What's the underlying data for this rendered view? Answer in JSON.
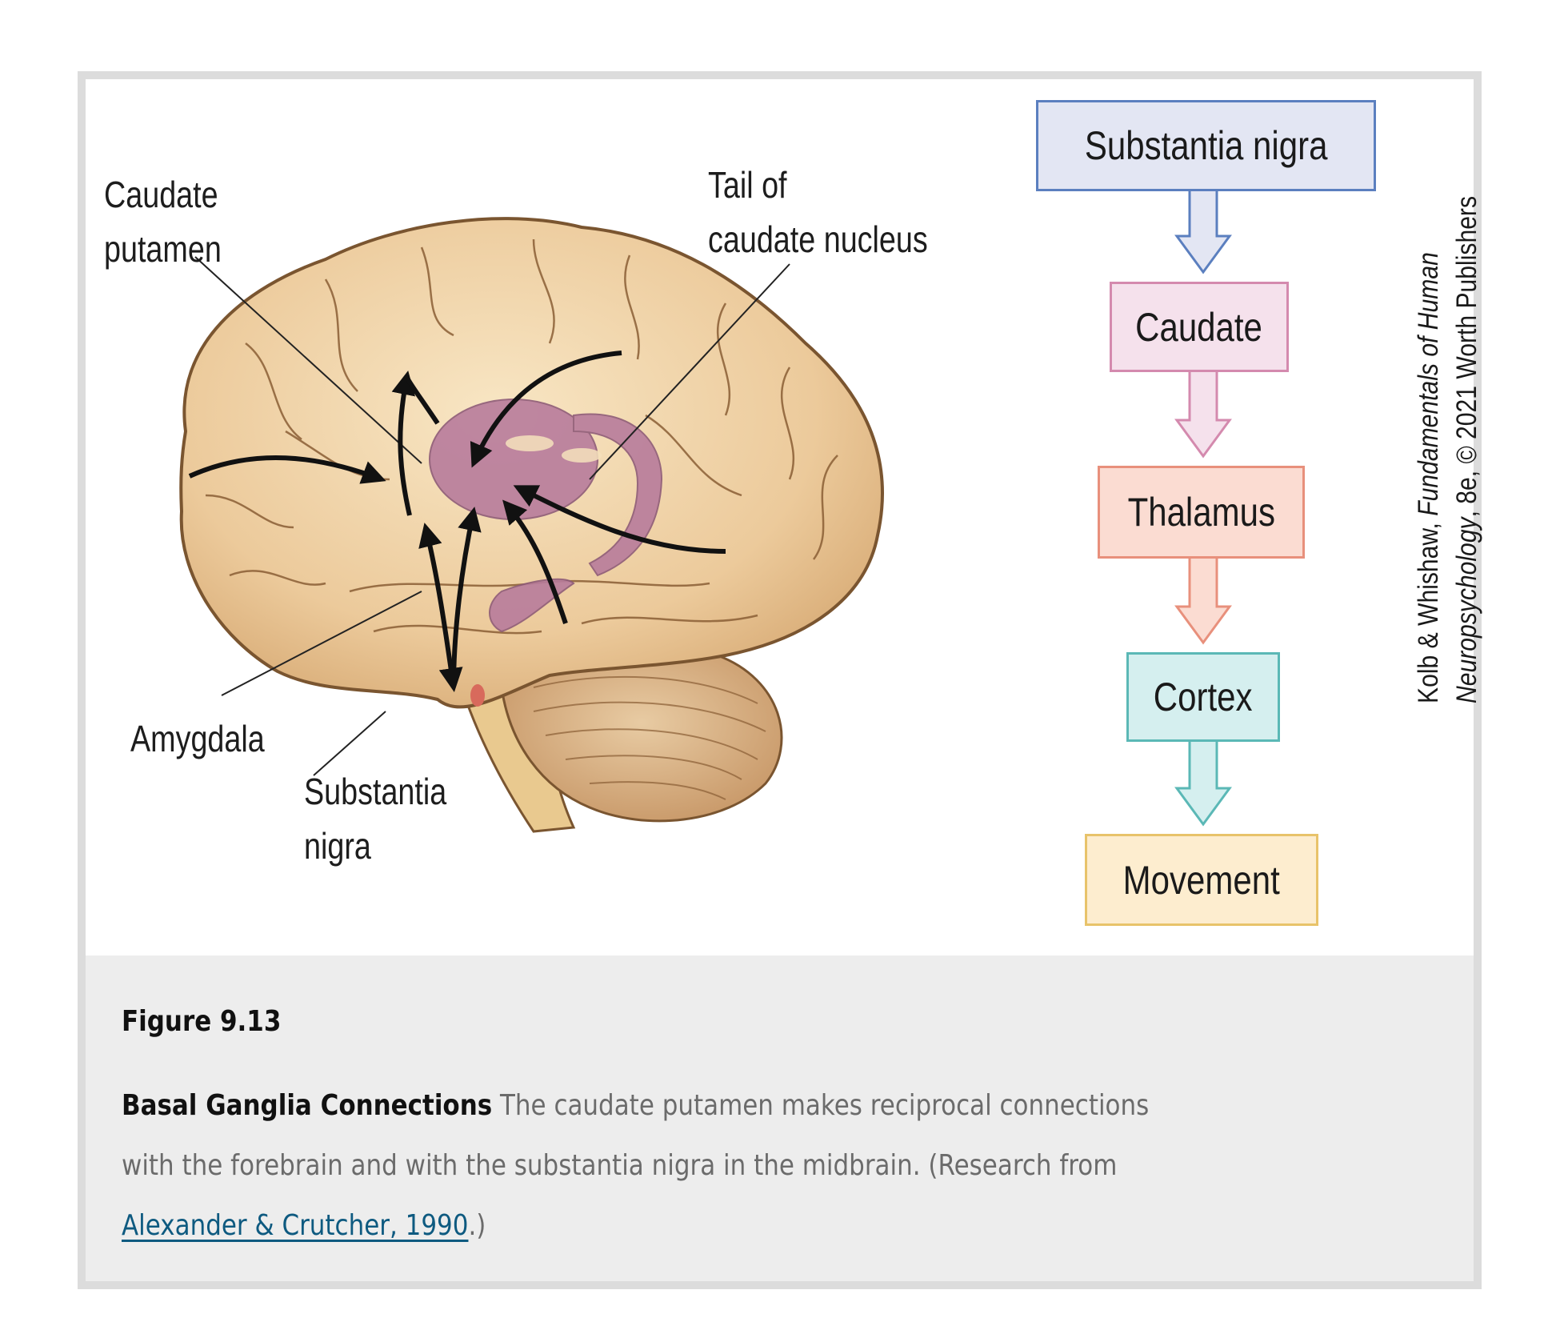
{
  "figure": {
    "labels": {
      "caudate_putamen": [
        "Caudate",
        "putamen"
      ],
      "tail_of_caudate": [
        "Tail of",
        "caudate nucleus"
      ],
      "amygdala": "Amygdala",
      "substantia_nigra": [
        "Substantia",
        "nigra"
      ]
    },
    "flowchart": [
      {
        "label": "Substantia nigra",
        "fill": "#e3e6f3",
        "stroke": "#5b7fbf"
      },
      {
        "label": "Caudate",
        "fill": "#f5e1ec",
        "stroke": "#d48aae"
      },
      {
        "label": "Thalamus",
        "fill": "#fbdcd2",
        "stroke": "#e8907c"
      },
      {
        "label": "Cortex",
        "fill": "#d5efef",
        "stroke": "#5bb8b6"
      },
      {
        "label": "Movement",
        "fill": "#fdedcf",
        "stroke": "#e8c36a"
      }
    ],
    "credit": {
      "line1_plain": "Kolb & Whishaw, ",
      "line1_italic": "Fundamentals of Human",
      "line2_italic": "Neuropsychology",
      "line2_plain": ", 8e, © 2021 Worth Publishers"
    },
    "colors": {
      "brain_fill": "#ecca9b",
      "brain_highlight": "#f6e2bd",
      "brain_outline": "#7a5530",
      "basal_ganglia": "#b87c9c",
      "cerebellum": "#d9b48a",
      "substantia_nigra_marker": "#d86a5c"
    }
  },
  "caption": {
    "figure_number": "Figure 9.13",
    "title": "Basal Ganglia Connections",
    "body": " The caudate putamen makes reciprocal connections with the forebrain and with the substantia nigra in the midbrain. (Research from ",
    "link_text": "Alexander & Crutcher, 1990",
    "tail": ".)"
  }
}
